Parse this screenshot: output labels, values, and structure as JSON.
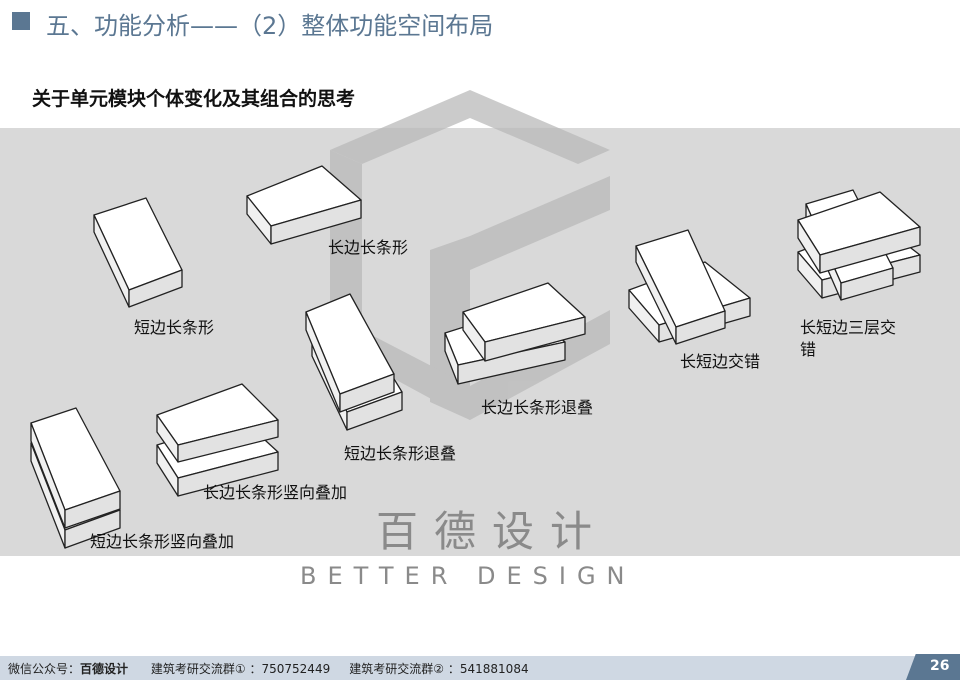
{
  "header": {
    "title": "五、功能分析——（2）整体功能空间布局"
  },
  "subtitle": "关于单元模块个体变化及其组合的思考",
  "labels": {
    "short_strip": "短边长条形",
    "long_strip": "长边长条形",
    "short_stack_retreat": "短边长条形退叠",
    "long_stack_retreat": "长边长条形退叠",
    "long_short_cross": "长短边交错",
    "three_layer_cross_line1": "长短边三层交",
    "three_layer_cross_line2": "错",
    "long_vertical_stack": "长边长条形竖向叠加",
    "short_vertical_stack": "短边长条形竖向叠加"
  },
  "watermark": {
    "cn": "百德设计",
    "en": "BETTER DESIGN"
  },
  "footer": {
    "wechat_label": "微信公众号：",
    "wechat_name": "百德设计",
    "group1": "建筑考研交流群① ：750752449",
    "group2": "建筑考研交流群② ：541881084",
    "page": "26"
  },
  "colors": {
    "accent": "#5b7792",
    "band": "#d9d9d9",
    "footer": "#cfd8e3",
    "watermark": "#8a8a8a"
  }
}
